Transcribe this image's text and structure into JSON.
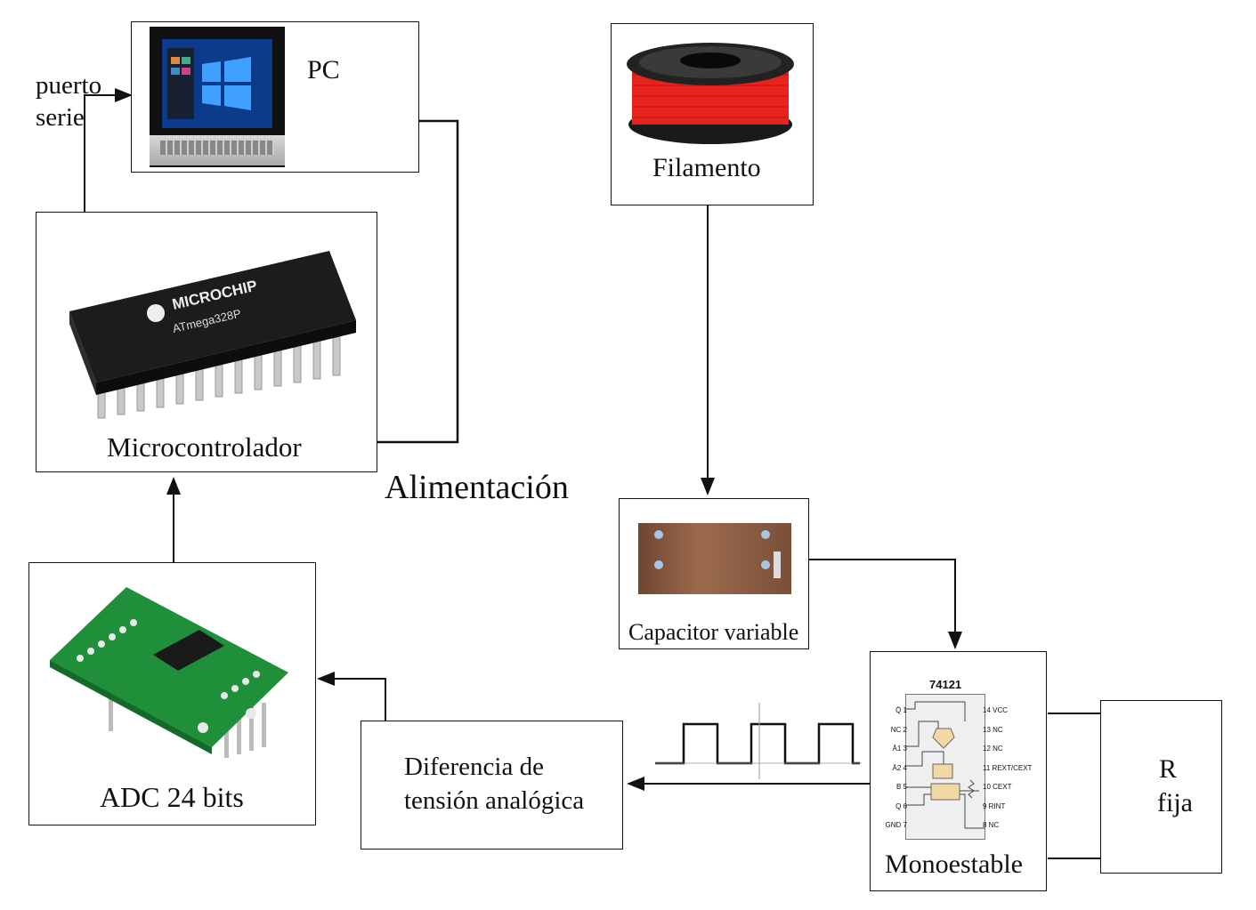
{
  "labels": {
    "pc": "PC",
    "puerto_serie_1": "puerto",
    "puerto_serie_2": "serie",
    "microcontrolador": "Microcontrolador",
    "alimentacion": "Alimentación",
    "filamento": "Filamento",
    "capacitor": "Capacitor variable",
    "adc": "ADC 24 bits",
    "diferencia_1": "Diferencia de",
    "diferencia_2": "tensión analógica",
    "monoestable": "Monoestable",
    "resistor_1": "R",
    "resistor_2": "fija"
  },
  "chip": {
    "brand": "MICROCHIP",
    "model": "ATmega328P"
  },
  "ic74121": {
    "part": "74121",
    "pins_left": [
      "Q̄ 1",
      "NC 2",
      "Ā1 3",
      "Ā2 4",
      "B 5",
      "Q 6",
      "GND 7"
    ],
    "pins_right": [
      "14 VCC",
      "13 NC",
      "12 NC",
      "11 REXT/CEXT",
      "10 CEXT",
      "9 RINT",
      "8 NC"
    ]
  },
  "colors": {
    "line": "#111111",
    "pcb_green": "#1f8f3a",
    "filament_red": "#e8221c",
    "copper": "#8a5a3c"
  }
}
